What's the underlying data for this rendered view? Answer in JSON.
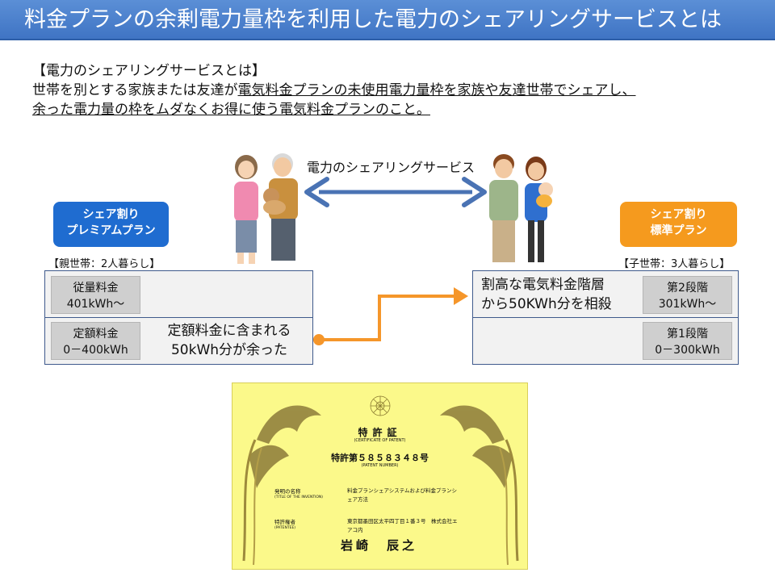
{
  "title": "料金プランの余剰電力量枠を利用した電力のシェアリングサービスとは",
  "intro": {
    "heading": "【電力のシェアリングサービスとは】",
    "line1_prefix": "世帯を別とする家族または友達が",
    "line1_underlined": "電気料金プランの未使用電力量枠を家族や友達世帯でシェアし、",
    "line2_underlined": "余った電力量の枠をムダなくお得に使う電気料金プランのこと。"
  },
  "service_label": "電力のシェアリングサービス",
  "left_plan": {
    "badge_line1": "シェア割り",
    "badge_line2": "プレミアムプラン",
    "household": "【親世帯：2人暮らし】",
    "chip_top_line1": "従量料金",
    "chip_top_line2": "401kWh～",
    "chip_bottom_line1": "定額料金",
    "chip_bottom_line2": "0－400kWh",
    "text_line1": "定額料金に含まれる",
    "text_line2": "50kWh分が余った"
  },
  "right_plan": {
    "badge_line1": "シェア割り",
    "badge_line2": "標準プラン",
    "household": "【子世帯：3人暮らし】",
    "chip_top_line1": "第2段階",
    "chip_top_line2": "301kWh～",
    "chip_bottom_line1": "第1段階",
    "chip_bottom_line2": "0－300kWh",
    "text_line1": "割高な電気料金階層",
    "text_line2": "から50KWh分を相殺"
  },
  "certificate": {
    "title": "特許証",
    "title_en": "(CERTIFICATE OF PATENT)",
    "patent_no": "特許第５８５８３４８号",
    "patent_no_en": "(PATENT NUMBER)",
    "invention_label": "発明の名称",
    "invention_label_en": "(TITLE OF THE INVENTION)",
    "invention_value_line1": "料金プランシェアシステムおよび料金プランシ",
    "invention_value_line2": "ェア方法",
    "holder_label": "特許権者",
    "holder_label_en": "(PATENTEE)",
    "holder_value_line1": "東京都墨田区太平四丁目１番３号　株式会社エ",
    "holder_value_line2": "アコ内",
    "holder_name": "岩崎　辰之"
  },
  "colors": {
    "title_bar": "#4a82cf",
    "plan_blue": "#1f6cd0",
    "plan_orange": "#f59a1e",
    "share_arrow": "#4a73b4",
    "flow_arrow": "#f5962a",
    "certificate": "#fbf98a"
  }
}
